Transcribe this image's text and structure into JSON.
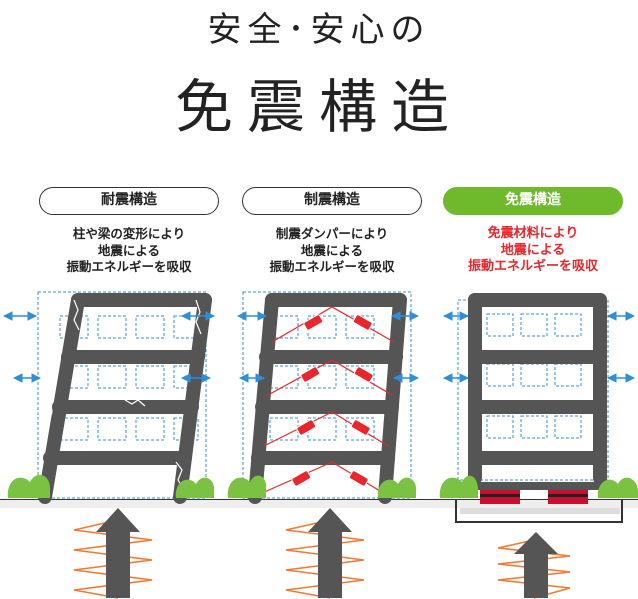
{
  "title": {
    "sub": "安全･安心の",
    "main": "免震構造"
  },
  "panels": [
    {
      "label": "耐震構造",
      "lines": [
        "柱や梁の変形により",
        "地震による",
        "振動エネルギーを吸収"
      ]
    },
    {
      "label": "制震構造",
      "lines": [
        "制震ダンパーにより",
        "地震による",
        "振動エネルギーを吸収"
      ]
    },
    {
      "label": "免震構造",
      "lines": [
        "免震材料により",
        "地震による",
        "振動エネルギーを吸収"
      ]
    }
  ],
  "colors": {
    "highlight_green": "#6fb92c",
    "highlight_red": "#e8262b",
    "frame": "#555555",
    "arrow_blue": "#2e8fd8",
    "wave_orange": "#f07a35",
    "bush": "#7cc242",
    "isolator_red": "#c8102e"
  },
  "icons": [
    "left-right-shake-arrow-icon",
    "up-arrow-icon",
    "spring-wave-icon",
    "damper-icon",
    "bush-icon",
    "isolator-icon"
  ]
}
